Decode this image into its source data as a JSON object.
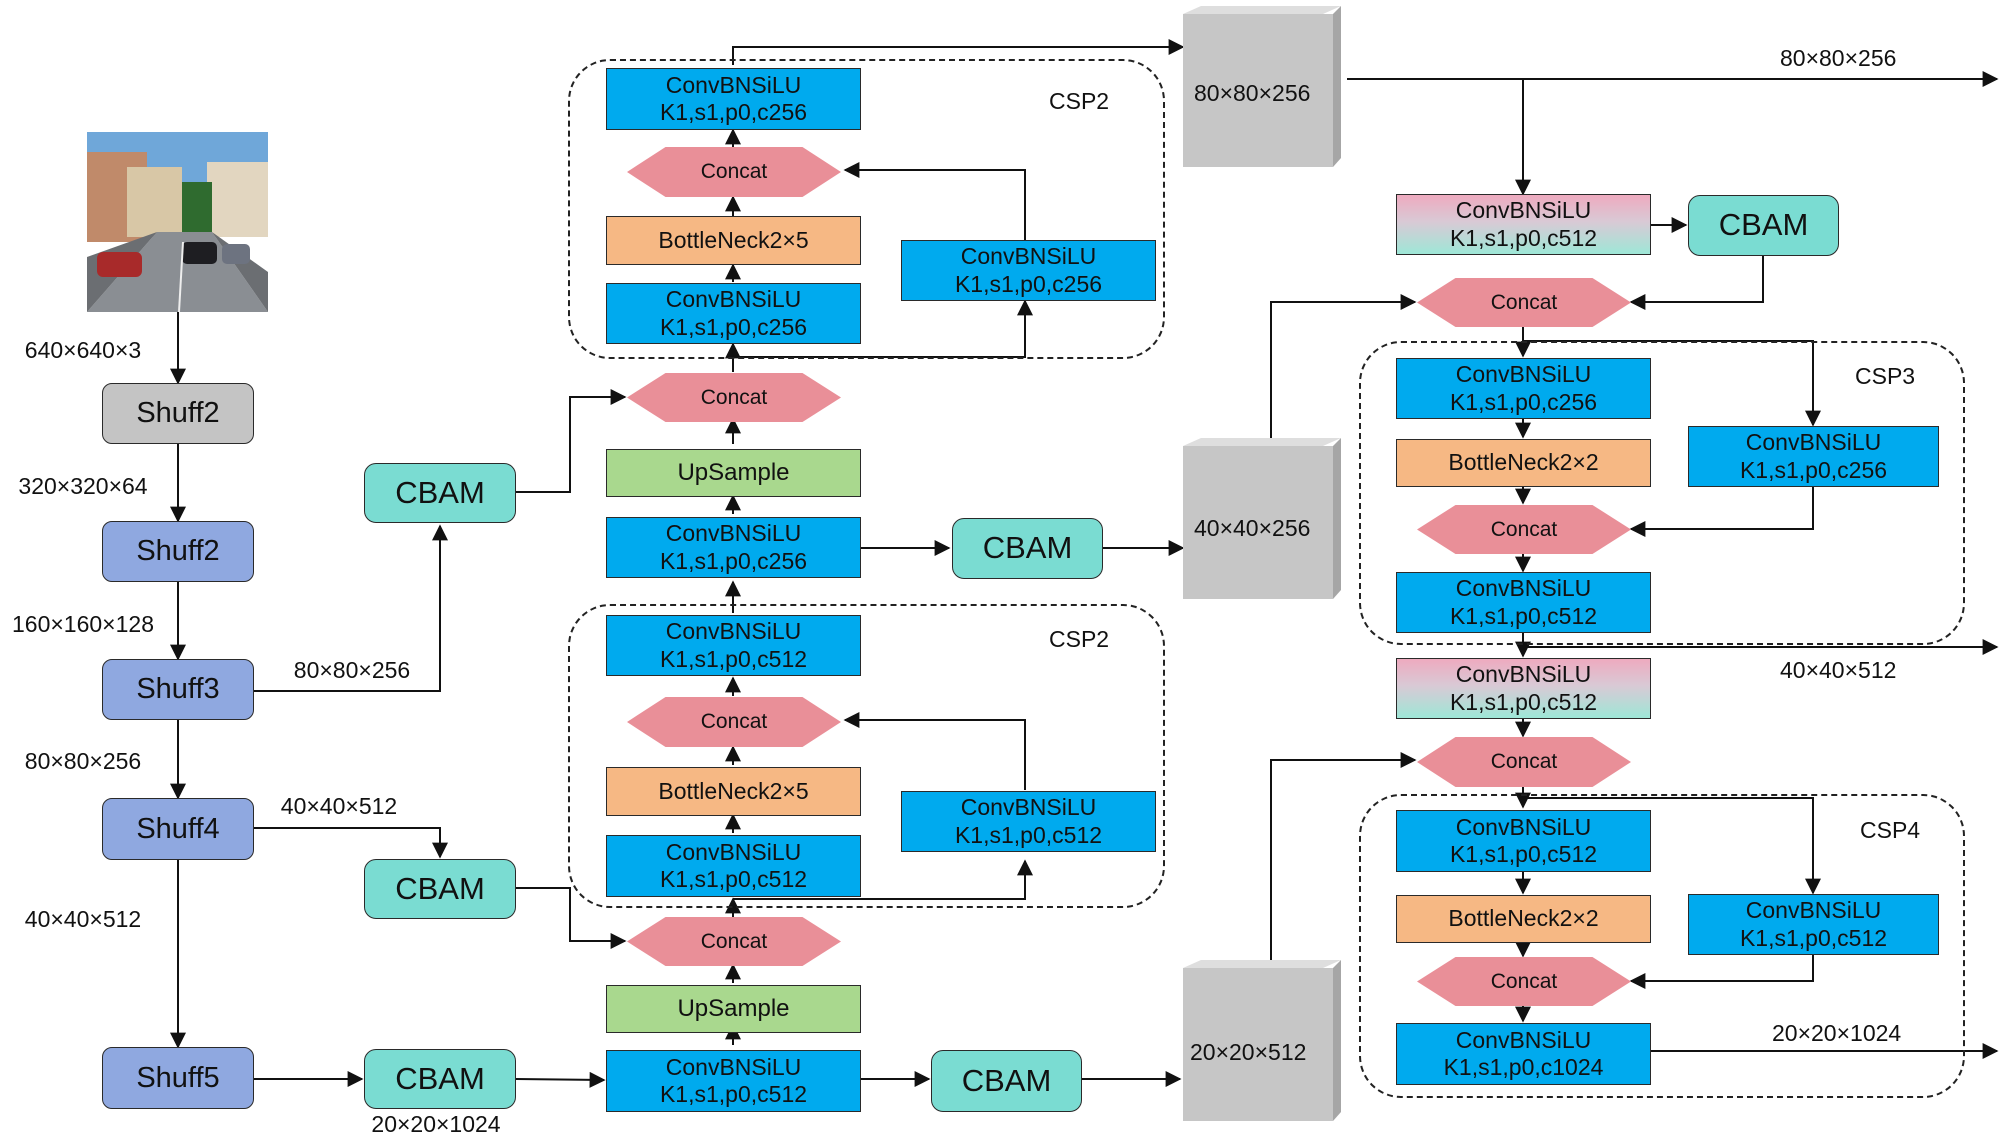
{
  "input": {
    "image_size": "640×640×3"
  },
  "backbone": {
    "blocks": [
      "Shuff2",
      "Shuff2",
      "Shuff3",
      "Shuff4",
      "Shuff5"
    ],
    "dims": [
      "320×320×64",
      "160×160×128",
      "80×80×256",
      "40×40×512"
    ],
    "branch_dims": [
      "80×80×256",
      "40×40×512",
      "20×20×1024"
    ]
  },
  "cbam_label": "CBAM",
  "concat_label": "Concat",
  "upsample_label": "UpSample",
  "conv_title": "ConvBNSiLU",
  "convs": {
    "k1_c256": "K1,s1,p0,c256",
    "k1_c512": "K1,s1,p0,c512",
    "k1_c1024": "K1,s1,p0,c1024"
  },
  "bottlenecks": {
    "x5": "BottleNeck2×5",
    "x2": "BottleNeck2×2"
  },
  "csp_labels": {
    "top": "CSP2",
    "mid": "CSP2",
    "csp3": "CSP3",
    "csp4": "CSP4"
  },
  "feature_maps": {
    "top": "80×80×256",
    "mid": "40×40×256",
    "bottom": "20×20×512"
  },
  "outputs": [
    "80×80×256",
    "40×40×512",
    "20×20×1024"
  ]
}
